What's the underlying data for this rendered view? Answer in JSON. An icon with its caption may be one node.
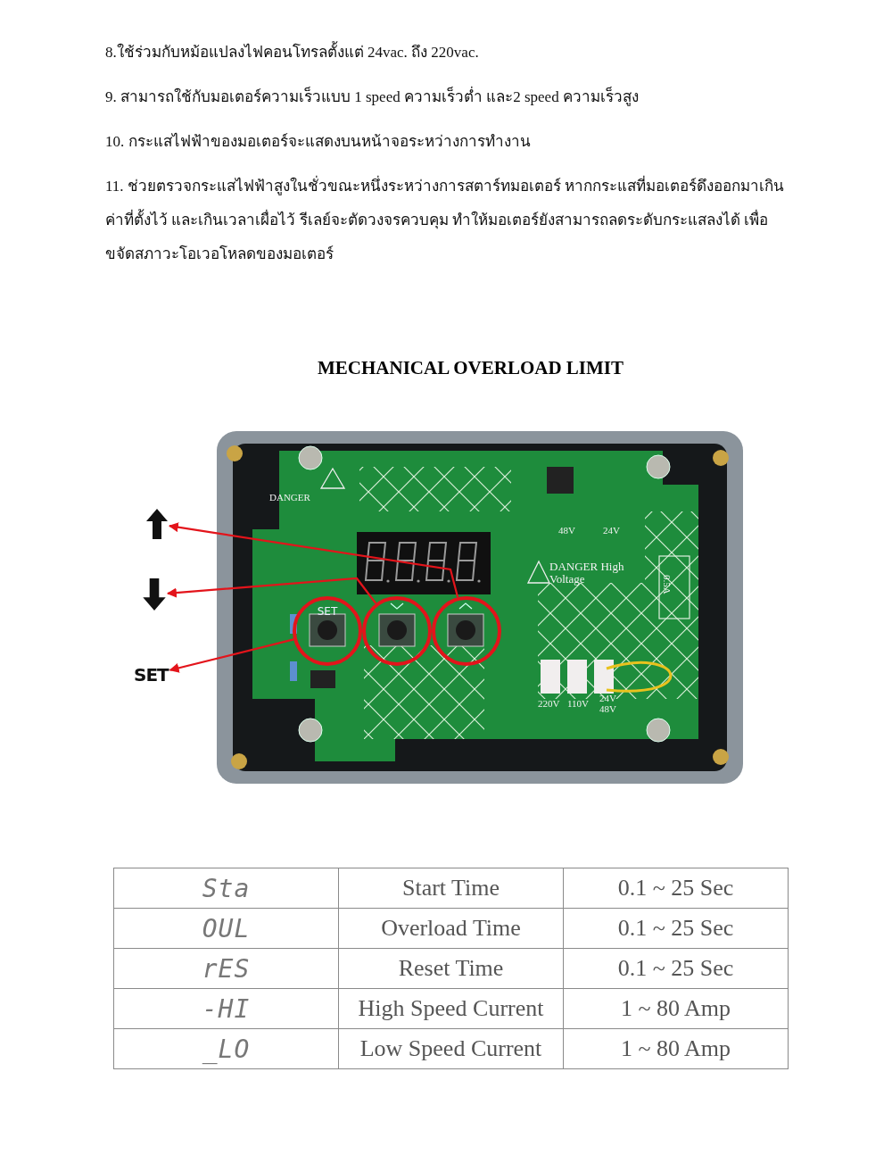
{
  "diagram": {
    "title": "MECHANICAL OVERLOAD LIMIT",
    "nodes": [
      {
        "text": [],
        "shape": "picture"
      },
      {
        "text": [],
        "shape": "picture"
      },
      {
        "text": [
          "SET"
        ]
      },
      {
        "text": [
          "SET"
        ]
      },
      {
        "text": [],
        "shape": "circle"
      },
      {
        "text": [],
        "shape": "circle"
      }
    ],
    "edges": [
      {
        "from": 5,
        "to": 0,
        "arrow": "to"
      },
      {
        "from": 4,
        "to": 1,
        "arrow": "to"
      },
      {
        "from": 3,
        "to": 2,
        "arrow": "to"
      }
    ],
    "labels": [
      "8.ใช้ร่วมกับหม้อแปลงไฟคอนโทรลตั้งแต่ 24vac. ถึง 220vac.",
      "9. สามารถใช้กับมอเตอร์ความเร็วแบบ 1 speed ความเร็วต่ำ  และ2 speed ความเร็วสูง",
      "10. กระแสไฟฟ้าของมอเตอร์จะแสดงบนหน้าจอระหว่างการทำงาน",
      "11. ช่วยตรวจกระแสไฟฟ้าสูงในชั่วขณะหนึ่งระหว่างการสตาร์ทมอเตอร์ หากกระแสที่มอเตอร์ดึงออกมาเกินค่าที่ตั้งไว้ และเกินเวลาเผื่อไว้ รีเลย์จะตัดวงจรควบคุม ทำให้มอเตอร์ยังสามารถลดระดับกระแสลงได้ เพื่อขจัดสภาวะโอเวอโหลดของมอเตอร์",
      "DANGER",
      "48V",
      "24V",
      "DANGER High Voltage",
      "0.5A",
      "220V",
      "110V",
      "24V 48V",
      "Sta",
      "Start Time",
      "0.1 ~ 25 Sec",
      "OUL",
      "Overload Time",
      "0.1 ~ 25 Sec",
      "rES",
      "Reset Time",
      "0.1 ~ 25 Sec",
      "-HI",
      "High Speed Current",
      "1 ~ 80 Amp",
      "_LO",
      "Low Speed Current",
      "1 ~ 80 Amp"
    ]
  }
}
